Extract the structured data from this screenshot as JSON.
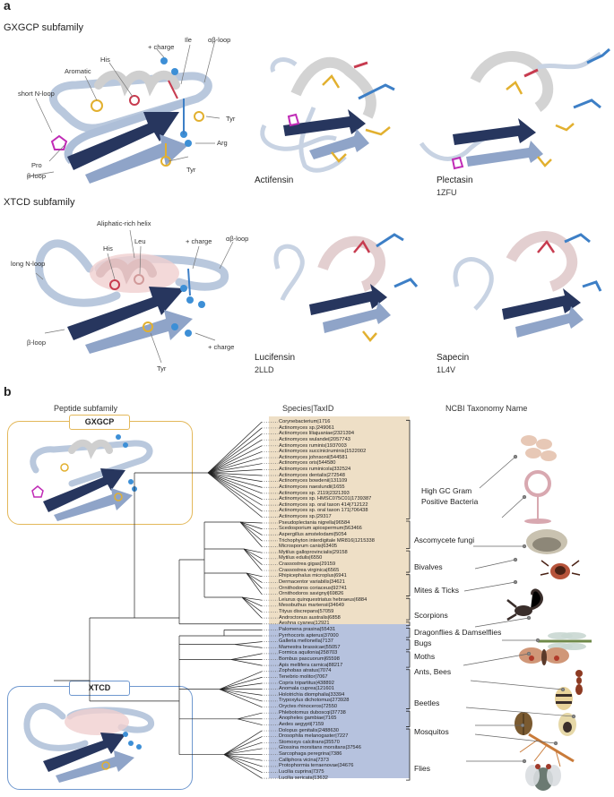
{
  "panel_a": {
    "letter": "a",
    "gxgcp": {
      "title": "GXGCP subfamily",
      "labels": {
        "charge": "+ charge",
        "ile": "Ile",
        "ab_loop": "αβ-loop",
        "his": "His",
        "aromatic": "Aromatic",
        "short_n_loop": "short N-loop",
        "pro": "Pro",
        "b_loop": "β-loop",
        "tyr1": "Tyr",
        "arg": "Arg",
        "tyr2": "Tyr"
      },
      "structures": [
        {
          "name": "Actifensin",
          "id": ""
        },
        {
          "name": "Plectasin",
          "id": "1ZFU"
        }
      ]
    },
    "xtcd": {
      "title": "XTCD subfamily",
      "labels": {
        "aliphatic": "Aliphatic-rich helix",
        "leu": "Leu",
        "charge1": "+ charge",
        "ab_loop": "αβ-loop",
        "his": "His",
        "long_n_loop": "long N-loop",
        "b_loop": "β-loop",
        "tyr": "Tyr",
        "charge2": "+ charge"
      },
      "structures": [
        {
          "name": "Lucifensin",
          "id": "2LLD"
        },
        {
          "name": "Sapecin",
          "id": "1L4V"
        }
      ]
    }
  },
  "panel_b": {
    "letter": "b",
    "headers": {
      "subfamily": "Peptide subfamily",
      "species": "Species|TaxID",
      "taxonomy": "NCBI Taxonomy Name"
    },
    "boxes": {
      "gxgcp": "GXGCP",
      "xtcd": "XTCD"
    },
    "species_top": [
      "Corynebacterium|1716",
      "Actinomyces sp.|249061",
      "Actinomyces liliajuaniae|2321394",
      "Actinomyces wulandei|2057743",
      "Actinomyces ruminis|1937003",
      "Actinomyces succiniciruminis|1522002",
      "Actinomyces johnsonii|544581",
      "Actinomyces oris|544580",
      "Actinomyces ruminicola|332524",
      "Actinomyces dentalis|272548",
      "Actinomyces bowdenii|131109",
      "Actinomyces naeslundii|1655",
      "Actinomyces sp. 2119|2321393",
      "Actinomyces sp. HMSC075C01|1739387",
      "Actinomyces sp. oral taxon 414|712122",
      "Actinomyces sp. oral taxon 171|706438",
      "Actinomyces sp.|29317",
      "Pseudoplectania nigrella|96584",
      "Scedosporium apiospermum|563466",
      "Aspergillus amstelodami|5054",
      "Trichophyton interdigitale MR816|1215338",
      "Microsporum canis|63405",
      "Mytilus galloprovincialis|29158",
      "Mytilus edulis|6550",
      "Crassostrea gigas|29159",
      "Crassostrea virginica|6565",
      "Rhipicephalus microplus|6941",
      "Dermacentor variabilis|34621",
      "Ornithodoros coriaceus|92741",
      "Ornithodoros savignyi|69826",
      "Leiurus quinquestriatus hebraeus|6884",
      "Mesobuthus martensii|34649",
      "Tityus discrepans|57059",
      "Androctonus australis|6858",
      "Aeshna cyanea|12921"
    ],
    "species_bottom": [
      "Palomena prasina|55431",
      "Pyrrhocoris apterus|37000",
      "Galleria mellonella|7137",
      "Mamestra brassicae|55057",
      "Formica aquilonia|258703",
      "Bombus pascuorum|65598",
      "Apis mellifera carnica|88217",
      "Zophobas atratus|7074",
      "Tenebrio molitor|7067",
      "Copris tripartitus|438892",
      "Anomala cuprea|121601",
      "Holotrichia diomphalia|33394",
      "Trypoxylus dichotomus|273928",
      "Oryctes rhinoceros|72550",
      "Phlebotomus duboscqi|37738",
      "Anopheles gambiae|7165",
      "Aedes aegypti|7159",
      "Dolopus genitalis|2488630",
      "Drosophila melanogaster|7227",
      "Stomoxys calcitrans|35570",
      "Glossina morsitans morsitans|37546",
      "Sarcophaga peregrina|7386",
      "Calliphora vicina|7373",
      "Protophormia terraenovae|34676",
      "Lucilia cuprina|7375",
      "Lucilia sericata|13632"
    ],
    "taxa": [
      {
        "line1": "High GC Gram",
        "line2": "Positive Bacteria"
      },
      {
        "line1": "Ascomycete fungi",
        "line2": ""
      },
      {
        "line1": "Bivalves",
        "line2": ""
      },
      {
        "line1": "Mites & Ticks",
        "line2": ""
      },
      {
        "line1": "Scorpions",
        "line2": ""
      },
      {
        "line1": "Dragonflies & Damselflies",
        "line2": ""
      },
      {
        "line1": "Bugs",
        "line2": ""
      },
      {
        "line1": "Moths",
        "line2": ""
      },
      {
        "line1": "Ants, Bees",
        "line2": ""
      },
      {
        "line1": "Beetles",
        "line2": ""
      },
      {
        "line1": "Mosquitos",
        "line2": ""
      },
      {
        "line1": "Flies",
        "line2": ""
      }
    ],
    "colors": {
      "gxgcp_bg": "#eedfc6",
      "xtcd_bg": "#b6c2de",
      "gxgcp_border": "#e3b85a",
      "xtcd_border": "#6f98cf"
    }
  }
}
